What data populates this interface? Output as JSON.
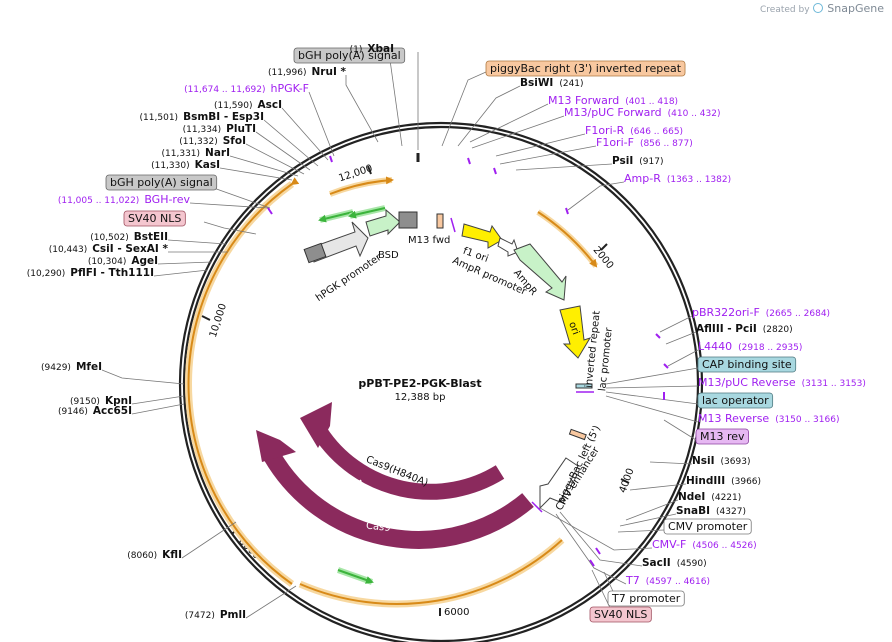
{
  "branding": {
    "created_by": "Created by",
    "product": "SnapGene"
  },
  "plasmid": {
    "name": "pPBT-PE2-PGK-Blast",
    "size": "12,388 bp"
  },
  "colors": {
    "feature_label": "#9c27b0",
    "enzyme_text": "#111111",
    "primer": "#a020f0",
    "cas9": "#8b2a5d",
    "ampr": "#c8f2c8",
    "ori": "#ffef00",
    "orange_arc": "#d88a18",
    "gray_box": "#c8c8c8",
    "peach_box": "#f8c8a0",
    "pink_box": "#f4c6cf",
    "teal_box": "#a8d8e0",
    "violet_box": "#e6b8f2"
  },
  "ticks": [
    "2000",
    "4000",
    "6000",
    "8000",
    "10,000",
    "12,000"
  ],
  "labels": [
    {
      "text": "bGH poly(A) signal",
      "style": "box-gray",
      "coord": ""
    },
    {
      "text": "XbaI",
      "style": "enzyme",
      "coord": "(1)"
    },
    {
      "text": "piggyBac right (3') inverted repeat",
      "style": "box-peach",
      "coord": ""
    },
    {
      "text": "NruI *",
      "style": "enzyme",
      "coord": "(11,996)"
    },
    {
      "text": "hPGK-F",
      "style": "primer",
      "coord": "(11,674 .. 11,692)"
    },
    {
      "text": "BsiWI",
      "style": "enzyme",
      "coord": "(241)"
    },
    {
      "text": "AscI",
      "style": "enzyme",
      "coord": "(11,590)"
    },
    {
      "text": "M13 Forward",
      "style": "primer",
      "coord": "(401 .. 418)"
    },
    {
      "text": "BsmBI - Esp3I",
      "style": "enzyme",
      "coord": "(11,501)"
    },
    {
      "text": "M13/pUC Forward",
      "style": "primer",
      "coord": "(410 .. 432)"
    },
    {
      "text": "PluTI",
      "style": "enzyme",
      "coord": "(11,334)"
    },
    {
      "text": "F1ori-R",
      "style": "primer",
      "coord": "(646 .. 665)"
    },
    {
      "text": "SfoI",
      "style": "enzyme",
      "coord": "(11,332)"
    },
    {
      "text": "F1ori-F",
      "style": "primer",
      "coord": "(856 .. 877)"
    },
    {
      "text": "NarI",
      "style": "enzyme",
      "coord": "(11,331)"
    },
    {
      "text": "PsiI",
      "style": "enzyme",
      "coord": "(917)"
    },
    {
      "text": "KasI",
      "style": "enzyme",
      "coord": "(11,330)"
    },
    {
      "text": "Amp-R",
      "style": "primer",
      "coord": "(1363 .. 1382)"
    },
    {
      "text": "bGH poly(A) signal",
      "style": "box-gray",
      "coord": ""
    },
    {
      "text": "BGH-rev",
      "style": "primer",
      "coord": "(11,005 .. 11,022)"
    },
    {
      "text": "SV40 NLS",
      "style": "box-pink",
      "coord": ""
    },
    {
      "text": "BstEII",
      "style": "enzyme",
      "coord": "(10,502)"
    },
    {
      "text": "CsiI - SexAI *",
      "style": "enzyme",
      "coord": "(10,443)"
    },
    {
      "text": "AgeI",
      "style": "enzyme",
      "coord": "(10,304)"
    },
    {
      "text": "PflFI - Tth111I",
      "style": "enzyme",
      "coord": "(10,290)"
    },
    {
      "text": "pBR322ori-F",
      "style": "primer",
      "coord": "(2665 .. 2684)"
    },
    {
      "text": "AflIII - PciI",
      "style": "enzyme",
      "coord": "(2820)"
    },
    {
      "text": "L4440",
      "style": "primer",
      "coord": "(2918 .. 2935)"
    },
    {
      "text": "CAP binding site",
      "style": "box-teal",
      "coord": ""
    },
    {
      "text": "MfeI",
      "style": "enzyme",
      "coord": "(9429)"
    },
    {
      "text": "M13/pUC Reverse",
      "style": "primer",
      "coord": "(3131 .. 3153)"
    },
    {
      "text": "KpnI",
      "style": "enzyme",
      "coord": "(9150)"
    },
    {
      "text": "lac operator",
      "style": "box-teal",
      "coord": ""
    },
    {
      "text": "Acc65I",
      "style": "enzyme",
      "coord": "(9146)"
    },
    {
      "text": "M13 Reverse",
      "style": "primer",
      "coord": "(3150 .. 3166)"
    },
    {
      "text": "M13 rev",
      "style": "box-violet",
      "coord": ""
    },
    {
      "text": "NsiI",
      "style": "enzyme",
      "coord": "(3693)"
    },
    {
      "text": "HindIII",
      "style": "enzyme",
      "coord": "(3966)"
    },
    {
      "text": "NdeI",
      "style": "enzyme",
      "coord": "(4221)"
    },
    {
      "text": "SnaBI",
      "style": "enzyme",
      "coord": "(4327)"
    },
    {
      "text": "CMV promoter",
      "style": "box-white",
      "coord": ""
    },
    {
      "text": "KflI",
      "style": "enzyme",
      "coord": "(8060)"
    },
    {
      "text": "CMV-F",
      "style": "primer",
      "coord": "(4506 .. 4526)"
    },
    {
      "text": "SacII",
      "style": "enzyme",
      "coord": "(4590)"
    },
    {
      "text": "T7",
      "style": "primer",
      "coord": "(4597 .. 4616)"
    },
    {
      "text": "T7 promoter",
      "style": "box-white",
      "coord": ""
    },
    {
      "text": "PmlI",
      "style": "enzyme",
      "coord": "(7472)"
    },
    {
      "text": "SV40 NLS",
      "style": "box-pink",
      "coord": ""
    }
  ],
  "inner_labels": [
    "M13 fwd",
    "f1 ori",
    "AmpR promoter",
    "AmpR",
    "ori",
    "inverted repeat",
    "lac promoter",
    "piggyBac left (5')",
    "CMV enhancer",
    "hPGK promoter",
    "BSD",
    "Cas9(H840A)",
    "Cas9"
  ]
}
